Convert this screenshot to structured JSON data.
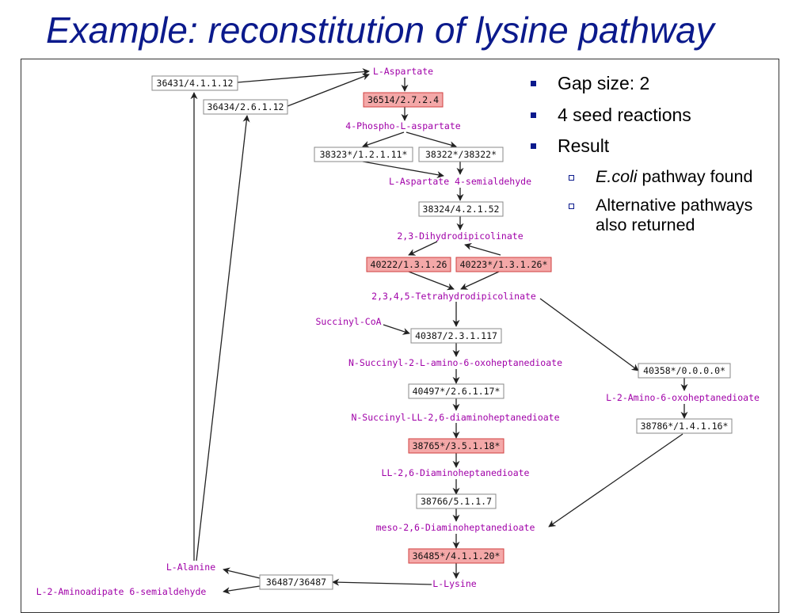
{
  "title": "Example: reconstitution of lysine pathway",
  "bullets": {
    "gap": "Gap size: 2",
    "seeds": "4 seed reactions",
    "result": "Result",
    "found_em": "E.coli",
    "found_rest": " pathway found",
    "alt": "Alternative pathways also returned"
  },
  "diagram": {
    "metabolites": {
      "aspartate": "L-Aspartate",
      "phospho": "4-Phospho-L-aspartate",
      "semialdehyde": "L-Aspartate 4-semialdehyde",
      "dihydro": "2,3-Dihydrodipicolinate",
      "tetrahydro": "2,3,4,5-Tetrahydrodipicolinate",
      "succinylcoa": "Succinyl-CoA",
      "nsucc_oxo": "N-Succinyl-2-L-amino-6-oxoheptanedioate",
      "nsucc_ll": "N-Succinyl-LL-2,6-diaminoheptanedioate",
      "ll_dap": "LL-2,6-Diaminoheptanedioate",
      "meso_dap": "meso-2,6-Diaminoheptanedioate",
      "lysine": "L-Lysine",
      "alanine": "L-Alanine",
      "aminoadipate": "L-2-Aminoadipate 6-semialdehyde",
      "amino_oxo": "L-2-Amino-6-oxoheptanedioate"
    },
    "reactions": {
      "r36431": "36431/4.1.1.12",
      "r36434": "36434/2.6.1.12",
      "r36514": "36514/2.7.2.4",
      "r38323": "38323*/1.2.1.11*",
      "r38322": "38322*/38322*",
      "r38324": "38324/4.2.1.52",
      "r40222": "40222/1.3.1.26",
      "r40223": "40223*/1.3.1.26*",
      "r40387": "40387/2.3.1.117",
      "r40497": "40497*/2.6.1.17*",
      "r38765": "38765*/3.5.1.18*",
      "r38766": "38766/5.1.1.7",
      "r36485": "36485*/4.1.1.20*",
      "r36487": "36487/36487",
      "r40358": "40358*/0.0.0.0*",
      "r38786": "38786*/1.4.1.16*"
    }
  }
}
